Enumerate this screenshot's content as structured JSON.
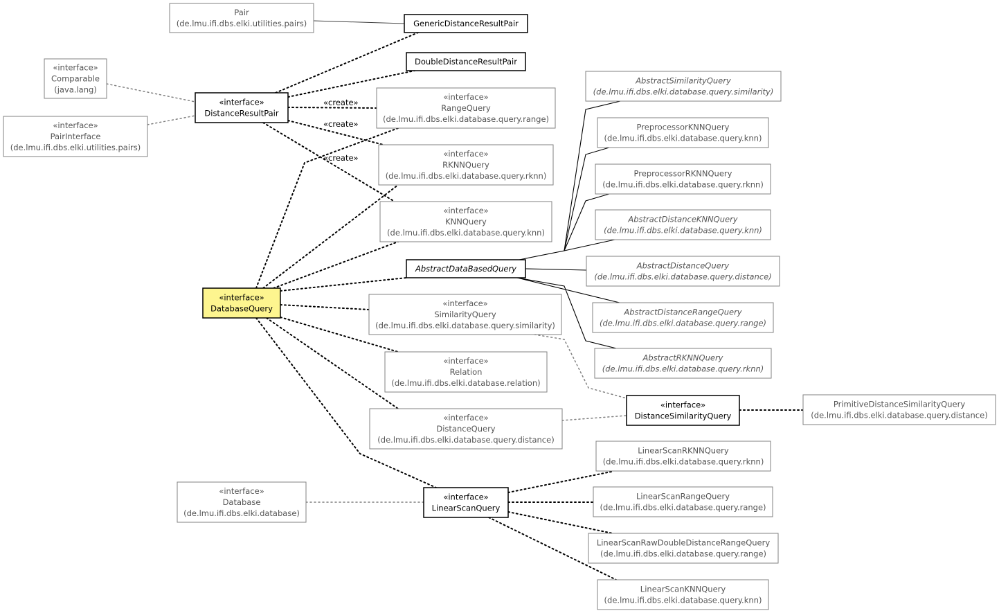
{
  "nodes": {
    "pair": {
      "lines": [
        "Pair",
        "(de.lmu.ifi.dbs.elki.utilities.pairs)"
      ]
    },
    "generic_distance_result_pair": {
      "lines": [
        "GenericDistanceResultPair"
      ]
    },
    "double_distance_result_pair": {
      "lines": [
        "DoubleDistanceResultPair"
      ]
    },
    "comparable": {
      "lines": [
        "«interface»",
        "Comparable",
        "(java.lang)"
      ]
    },
    "distance_result_pair": {
      "lines": [
        "«interface»",
        "DistanceResultPair"
      ]
    },
    "pair_interface": {
      "lines": [
        "«interface»",
        "PairInterface",
        "(de.lmu.ifi.dbs.elki.utilities.pairs)"
      ]
    },
    "range_query": {
      "lines": [
        "«interface»",
        "RangeQuery",
        "(de.lmu.ifi.dbs.elki.database.query.range)"
      ]
    },
    "rknn_query": {
      "lines": [
        "«interface»",
        "RKNNQuery",
        "(de.lmu.ifi.dbs.elki.database.query.rknn)"
      ]
    },
    "knn_query": {
      "lines": [
        "«interface»",
        "KNNQuery",
        "(de.lmu.ifi.dbs.elki.database.query.knn)"
      ]
    },
    "abstract_similarity_query": {
      "lines": [
        "AbstractSimilarityQuery",
        "(de.lmu.ifi.dbs.elki.database.query.similarity)"
      ]
    },
    "preprocessor_knn_query": {
      "lines": [
        "PreprocessorKNNQuery",
        "(de.lmu.ifi.dbs.elki.database.query.knn)"
      ]
    },
    "preprocessor_rknn_query": {
      "lines": [
        "PreprocessorRKNNQuery",
        "(de.lmu.ifi.dbs.elki.database.query.rknn)"
      ]
    },
    "abstract_distance_knn_query": {
      "lines": [
        "AbstractDistanceKNNQuery",
        "(de.lmu.ifi.dbs.elki.database.query.knn)"
      ]
    },
    "abstract_data_based_query": {
      "lines": [
        "AbstractDataBasedQuery"
      ]
    },
    "abstract_distance_query": {
      "lines": [
        "AbstractDistanceQuery",
        "(de.lmu.ifi.dbs.elki.database.query.distance)"
      ]
    },
    "abstract_distance_range_query": {
      "lines": [
        "AbstractDistanceRangeQuery",
        "(de.lmu.ifi.dbs.elki.database.query.range)"
      ]
    },
    "abstract_rknn_query": {
      "lines": [
        "AbstractRKNNQuery",
        "(de.lmu.ifi.dbs.elki.database.query.rknn)"
      ]
    },
    "database_query": {
      "lines": [
        "«interface»",
        "DatabaseQuery"
      ]
    },
    "similarity_query": {
      "lines": [
        "«interface»",
        "SimilarityQuery",
        "(de.lmu.ifi.dbs.elki.database.query.similarity)"
      ]
    },
    "relation": {
      "lines": [
        "«interface»",
        "Relation",
        "(de.lmu.ifi.dbs.elki.database.relation)"
      ]
    },
    "distance_similarity_query": {
      "lines": [
        "«interface»",
        "DistanceSimilarityQuery"
      ]
    },
    "primitive_distance_similarity_query": {
      "lines": [
        "PrimitiveDistanceSimilarityQuery",
        "(de.lmu.ifi.dbs.elki.database.query.distance)"
      ]
    },
    "distance_query": {
      "lines": [
        "«interface»",
        "DistanceQuery",
        "(de.lmu.ifi.dbs.elki.database.query.distance)"
      ]
    },
    "linear_scan_rknn_query": {
      "lines": [
        "LinearScanRKNNQuery",
        "(de.lmu.ifi.dbs.elki.database.query.rknn)"
      ]
    },
    "database": {
      "lines": [
        "«interface»",
        "Database",
        "(de.lmu.ifi.dbs.elki.database)"
      ]
    },
    "linear_scan_query": {
      "lines": [
        "«interface»",
        "LinearScanQuery"
      ]
    },
    "linear_scan_range_query": {
      "lines": [
        "LinearScanRangeQuery",
        "(de.lmu.ifi.dbs.elki.database.query.range)"
      ]
    },
    "linear_scan_raw_double_distance_range_query": {
      "lines": [
        "LinearScanRawDoubleDistanceRangeQuery",
        "(de.lmu.ifi.dbs.elki.database.query.range)"
      ]
    },
    "linear_scan_knn_query": {
      "lines": [
        "LinearScanKNNQuery",
        "(de.lmu.ifi.dbs.elki.database.query.knn)"
      ]
    }
  },
  "edge_labels": {
    "create_range": "«create»",
    "create_rknn": "«create»",
    "create_knn": "«create»"
  },
  "colors": {
    "focus_fill": "#fdf58f",
    "main_text": "#000000",
    "secondary_text": "#555555"
  }
}
